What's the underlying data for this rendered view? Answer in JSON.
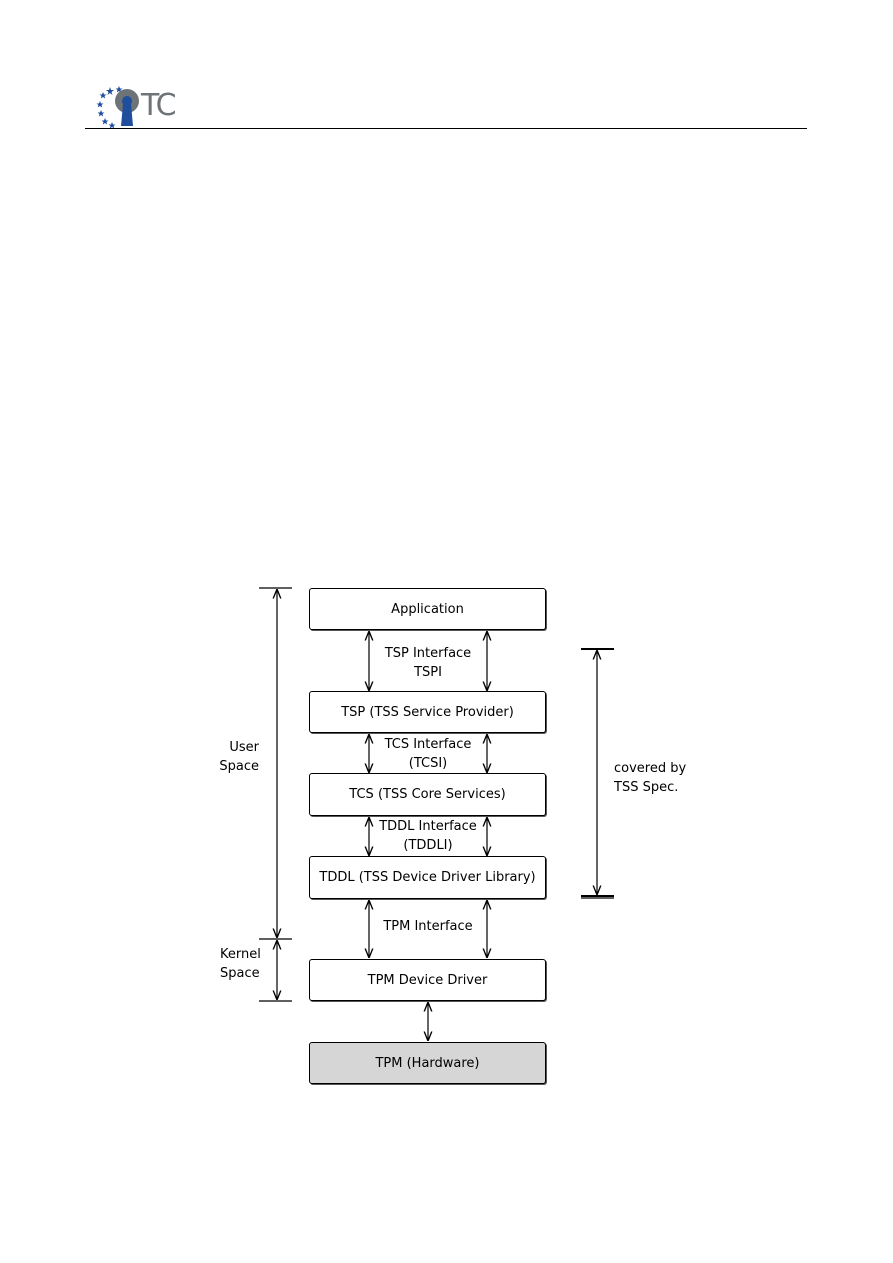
{
  "header": {
    "logo_text": "TC",
    "logo_icon": "keyhole-stars-logo"
  },
  "diagram": {
    "layers": [
      {
        "label": "Application"
      },
      {
        "label": "TSP (TSS Service Provider)"
      },
      {
        "label": "TCS (TSS Core Services)"
      },
      {
        "label": "TDDL (TSS Device Driver Library)"
      },
      {
        "label": "TPM Device Driver"
      },
      {
        "label": "TPM (Hardware)"
      }
    ],
    "interfaces": [
      {
        "line1": "TSP Interface",
        "line2": "TSPI"
      },
      {
        "line1": "TCS Interface",
        "line2": "(TCSI)"
      },
      {
        "line1": "TDDL Interface",
        "line2": "(TDDLI)"
      },
      {
        "line1": "TPM Interface",
        "line2": ""
      }
    ],
    "spaces": {
      "user": {
        "line1": "User",
        "line2": "Space"
      },
      "kernel": {
        "line1": "Kernel",
        "line2": "Space"
      }
    },
    "coverage": {
      "line1": "covered by",
      "line2": "TSS Spec."
    },
    "colors": {
      "hardware_fill": "#d6d6d6",
      "logo_blue": "#1f4e9c",
      "logo_gray": "#6e7378"
    }
  }
}
